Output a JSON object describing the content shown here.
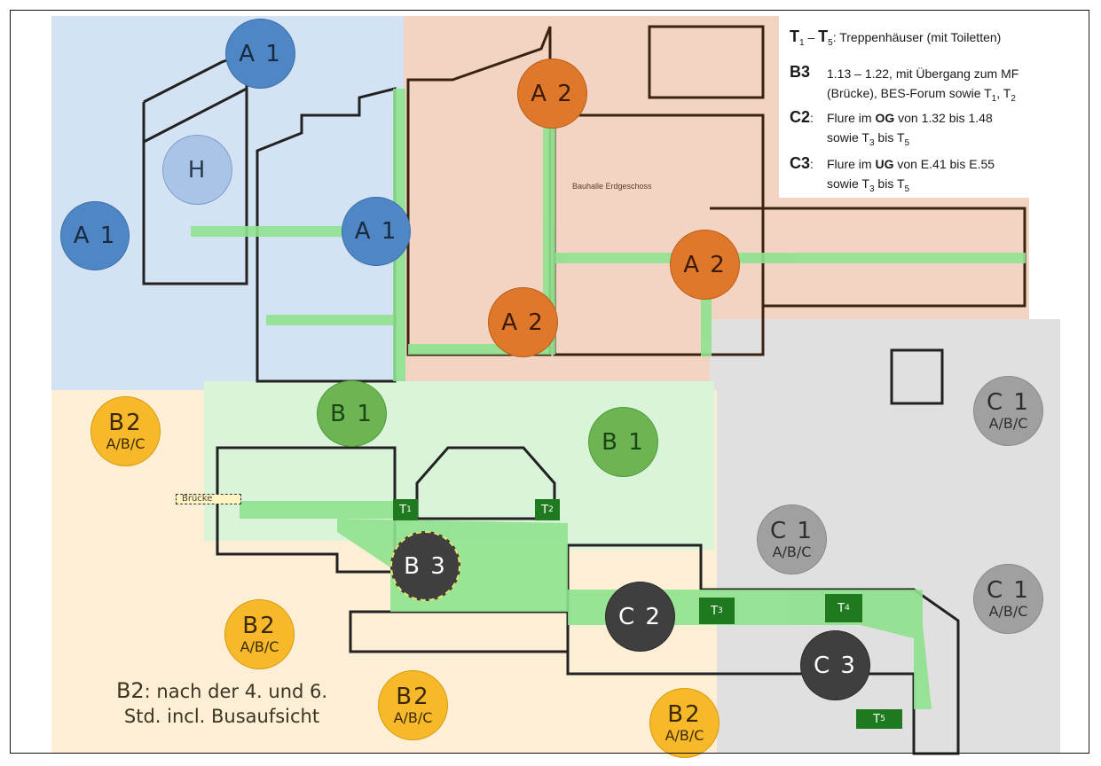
{
  "map": {
    "zones": [
      {
        "id": "A1",
        "color": "#d4e3f3"
      },
      {
        "id": "A2",
        "color": "#f3d3c2"
      },
      {
        "id": "B1",
        "color": "#d9f4d9"
      },
      {
        "id": "B2",
        "color": "#fdeed6"
      },
      {
        "id": "C1",
        "color": "#e0e0e0"
      }
    ],
    "labels": {
      "bruecke": "Brücke",
      "bauhalle": "Bauhalle Erdgeschoss"
    },
    "markers": {
      "a1_top": {
        "main": "A 1"
      },
      "a1_left": {
        "main": "A 1"
      },
      "a1_mid": {
        "main": "A 1"
      },
      "h": {
        "main": "H"
      },
      "a2_top": {
        "main": "A 2"
      },
      "a2_right": {
        "main": "A 2"
      },
      "a2_bottom": {
        "main": "A 2"
      },
      "b1_left": {
        "main": "B 1"
      },
      "b1_right": {
        "main": "B 1"
      },
      "b3": {
        "main": "B 3"
      },
      "c2": {
        "main": "C 2"
      },
      "c3": {
        "main": "C 3"
      },
      "b2_1": {
        "main": "B2",
        "sub": "A/B/C"
      },
      "b2_2": {
        "main": "B2",
        "sub": "A/B/C"
      },
      "b2_3": {
        "main": "B2",
        "sub": "A/B/C"
      },
      "b2_4": {
        "main": "B2",
        "sub": "A/B/C"
      },
      "c1_1": {
        "main": "C 1",
        "sub": "A/B/C"
      },
      "c1_2": {
        "main": "C 1",
        "sub": "A/B/C"
      },
      "c1_3": {
        "main": "C 1",
        "sub": "A/B/C"
      }
    },
    "stairwells": [
      {
        "main": "T",
        "sub": "1"
      },
      {
        "main": "T",
        "sub": "2"
      },
      {
        "main": "T",
        "sub": "3"
      },
      {
        "main": "T",
        "sub": "4"
      },
      {
        "main": "T",
        "sub": "5"
      }
    ]
  },
  "legend": {
    "t_range": {
      "t1": "T",
      "s1": "1",
      "dash": " – ",
      "t5": "T",
      "s5": "5",
      "text": ": Treppenhäuser (mit Toiletten)"
    },
    "b3": {
      "key": "B3",
      "line1": "1.13 – 1.22, mit Übergang zum MF",
      "line2a": "(Brücke), BES-Forum sowie T",
      "s1": "1",
      "line2b": ", T",
      "s2": "2"
    },
    "c2": {
      "key": "C2",
      "colon": ":",
      "line1a": "Flure im ",
      "bold": "OG",
      "line1b": " von 1.32 bis 1.48",
      "line2a": "sowie T",
      "s3": "3",
      "line2b": " bis T",
      "s5": "5"
    },
    "c3": {
      "key": "C3",
      "colon": ":",
      "line1a": "Flure im ",
      "bold": "UG",
      "line1b": " von E.41 bis E.55",
      "line2a": "sowie T",
      "s3": "3",
      "line2b": " bis T",
      "s5": "5"
    }
  },
  "note": {
    "key": "B2",
    "line1": ": nach der 4. und 6.",
    "line2": "Std. incl. Busaufsicht"
  }
}
